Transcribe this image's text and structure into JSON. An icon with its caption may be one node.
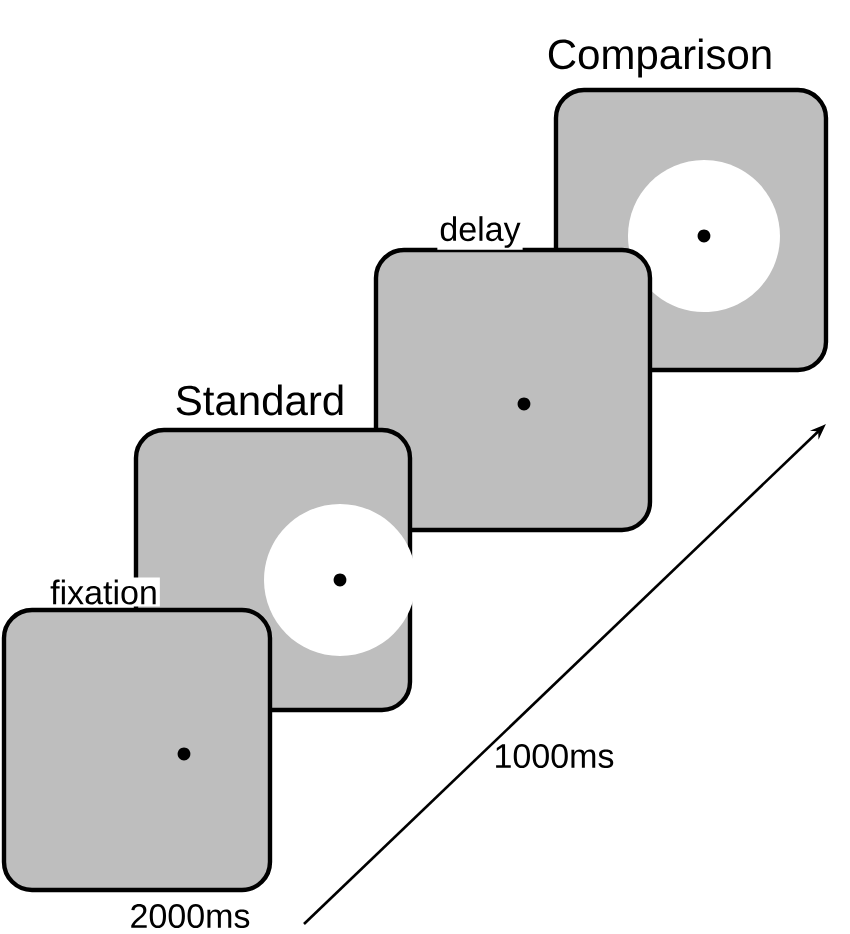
{
  "diagram": {
    "nodes": [
      {
        "text": [
          "fixation"
        ],
        "beside": [
          "2000ms"
        ]
      },
      {
        "text": [
          "Standard"
        ],
        "beside": [
          "1000ms"
        ]
      },
      {
        "text": [
          "delay"
        ]
      },
      {
        "text": [
          "Comparison"
        ]
      }
    ]
  }
}
